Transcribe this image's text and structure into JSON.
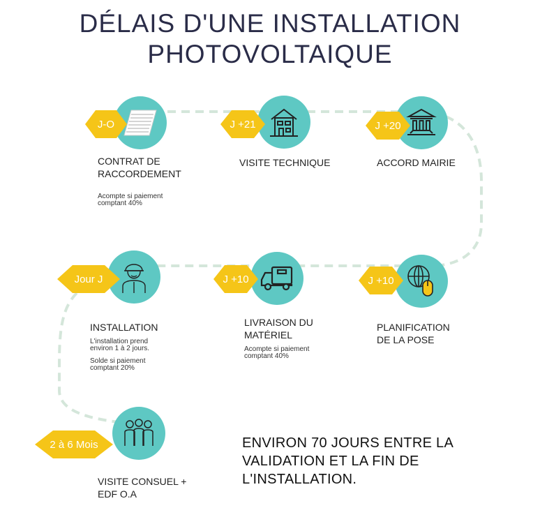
{
  "title": [
    "DÉLAIS D'UNE INSTALLATION",
    "PHOTOVOLTAIQUE"
  ],
  "colors": {
    "teal": "#5ec8c3",
    "yellow": "#f5c518",
    "path": "#d4e6da",
    "title": "#2a2c48"
  },
  "steps": [
    {
      "badge": "J-O",
      "icon": "document-icon",
      "label": [
        "CONTRAT DE",
        "RACCORDEMENT"
      ],
      "notes": [
        [
          "Acompte si paiement",
          "comptant 40%"
        ]
      ]
    },
    {
      "badge": "J +21",
      "icon": "house-icon",
      "label": [
        "VISITE TECHNIQUE"
      ],
      "notes": []
    },
    {
      "badge": "J +20",
      "icon": "town-hall-icon",
      "label": [
        "ACCORD MAIRIE"
      ],
      "notes": []
    },
    {
      "badge": "J +10",
      "icon": "globe-mouse-icon",
      "label": [
        "PLANIFICATION",
        "DE LA POSE"
      ],
      "notes": []
    },
    {
      "badge": "J +10",
      "icon": "truck-icon",
      "label": [
        "LIVRAISON DU",
        "MATÉRIEL"
      ],
      "notes": [
        [
          "Acompte  si paiement",
          "comptant 40%"
        ]
      ]
    },
    {
      "badge": "Jour J",
      "icon": "worker-icon",
      "label": [
        "INSTALLATION"
      ],
      "notes": [
        [
          "L'installation prend",
          "environ 1 à 2 jours."
        ],
        [
          "Solde si paiement",
          "comptant 20%"
        ]
      ]
    },
    {
      "badge": "2 à 6 Mois",
      "icon": "people-icon",
      "label": [
        "VISITE CONSUEL +",
        "EDF O.A"
      ],
      "notes": []
    }
  ],
  "summary": [
    "ENVIRON 70 JOURS ENTRE LA",
    "VALIDATION ET LA FIN DE",
    "L'INSTALLATION."
  ]
}
